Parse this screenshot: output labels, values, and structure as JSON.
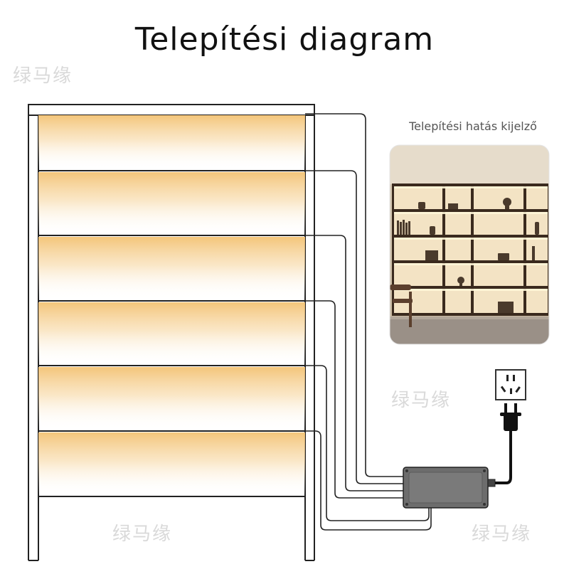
{
  "title": "Telepítési diagram",
  "preview_caption": "Telepítési hatás kijelző",
  "watermark_text": "绿马缘",
  "light_strip_count": 6,
  "colors": {
    "strip_glow": "#f5c77a",
    "frame_line": "#222222",
    "controller_body": "#6b6b6b",
    "background": "#ffffff"
  },
  "icons": {
    "outlet": "power-outlet-icon",
    "plug": "power-plug-icon",
    "controller": "controller-box-icon",
    "preview": "shelf-photo-icon"
  }
}
